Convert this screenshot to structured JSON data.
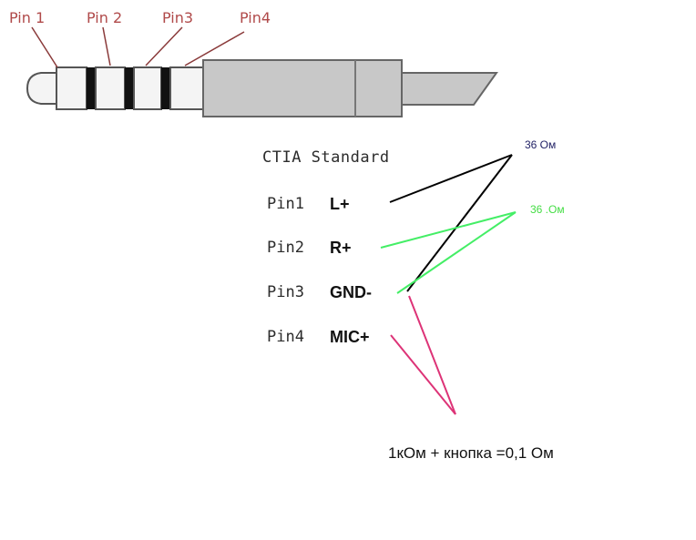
{
  "plug": {
    "labels": [
      "Pin 1",
      "Pin 2",
      "Pin3",
      "Pin4"
    ]
  },
  "standard": {
    "title": "CTIA Standard",
    "pins": [
      {
        "name": "Pin1",
        "signal": "L+"
      },
      {
        "name": "Pin2",
        "signal": "R+"
      },
      {
        "name": "Pin3",
        "signal": "GND-"
      },
      {
        "name": "Pin4",
        "signal": "MIC+"
      }
    ]
  },
  "resistors": {
    "left": "36 Ом",
    "right": "36 .Ом",
    "mic": "1кОм + кнопка =0,1 Ом"
  },
  "colors": {
    "label_red": "#b04a4a",
    "wire_black": "#000000",
    "wire_green": "#44ee66",
    "wire_pink": "#dd3377",
    "plug_gray": "#c8c8c8",
    "ring_black": "#111111"
  }
}
